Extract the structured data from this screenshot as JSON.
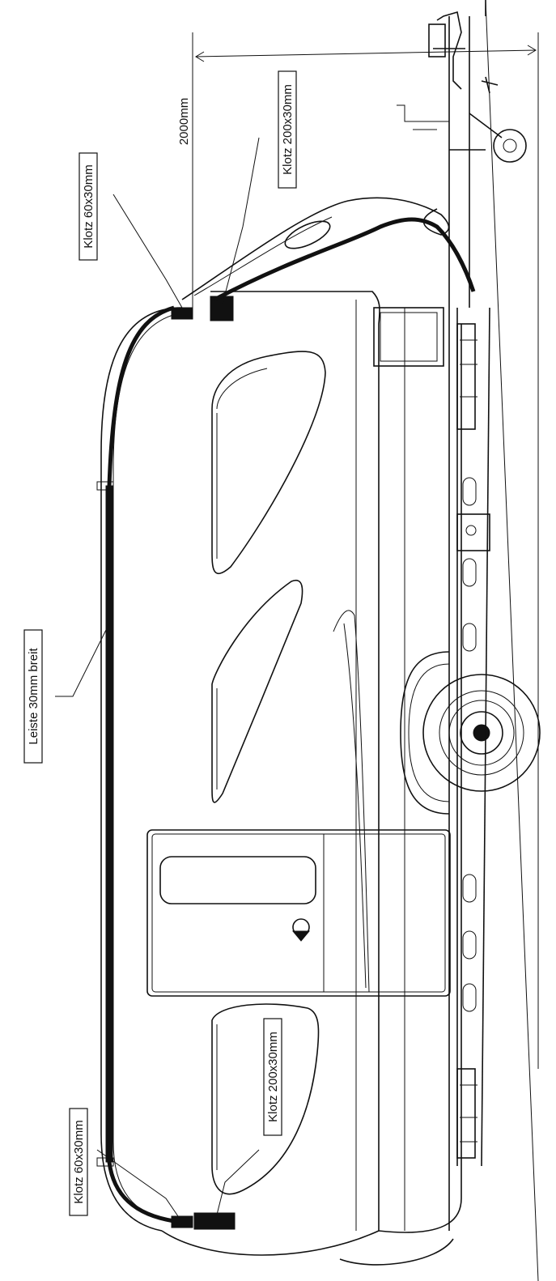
{
  "drawing": {
    "labels": {
      "dimension": "2000mm",
      "block_front_200": "Klotz 200x30mm",
      "block_front_60": "Klotz 60x30mm",
      "strip": "Leiste 30mm breit",
      "block_rear_200": "Klotz 200x30mm",
      "block_rear_60": "Klotz 60x30mm"
    },
    "colors": {
      "line": "#111111",
      "background": "#ffffff"
    }
  }
}
